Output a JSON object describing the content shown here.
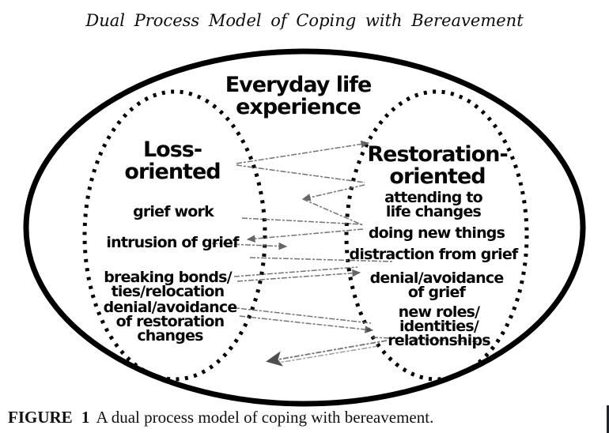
{
  "page": {
    "title": "Dual Process Model of Coping with Bereavement"
  },
  "diagram": {
    "everyday_label": "Everyday life\nexperience",
    "loss": {
      "heading": "Loss-\noriented",
      "items": [
        "grief work",
        "intrusion of grief",
        "breaking bonds/\nties/relocation",
        "denial/avoidance\nof restoration\nchanges"
      ]
    },
    "restoration": {
      "heading": "Restoration-\noriented",
      "items": [
        "attending to\nlife changes",
        "doing new things",
        "distraction from grief",
        "denial/avoidance\nof grief",
        "new roles/\nidentities/\nrelationships"
      ]
    }
  },
  "caption": {
    "figure_label": "FIGURE 1",
    "text": "A dual process model of coping with bereavement."
  },
  "colors": {
    "ink": "#000000",
    "zigzag_stroke": "#666666",
    "background": "#ffffff"
  }
}
